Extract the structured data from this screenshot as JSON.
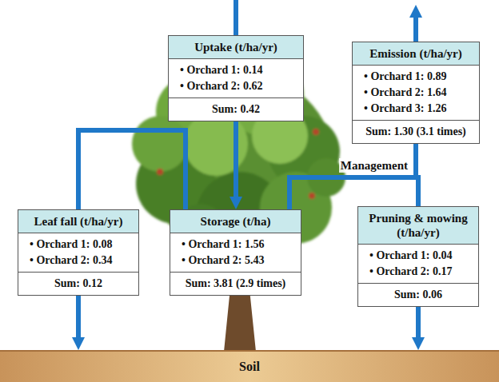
{
  "diagram": {
    "nodes": [
      {
        "text": [
          "Uptake (t/ha/yr)",
          "• Orchard 1: 0.14",
          "• Orchard 2: 0.62",
          "Sum: 0.42"
        ]
      },
      {
        "text": [
          "Emission (t/ha/yr)",
          "• Orchard 1: 0.89",
          "• Orchard 2: 1.64",
          "• Orchard 3: 1.26",
          "Sum: 1.30 (3.1 times)"
        ]
      },
      {
        "text": [
          "Leaf fall (t/ha/yr)",
          "• Orchard 1: 0.08",
          "• Orchard 2: 0.34",
          "Sum: 0.12"
        ]
      },
      {
        "text": [
          "Storage (t/ha)",
          "• Orchard 1: 1.56",
          "• Orchard 2: 5.43",
          "Sum: 3.81 (2.9 times)"
        ]
      },
      {
        "text": [
          "Pruning & mowing (t/ha/yr)",
          "• Orchard 1: 0.04",
          "• Orchard 2: 0.17",
          "Sum: 0.06"
        ]
      },
      {
        "text": [
          "Soil"
        ]
      }
    ],
    "edges": [
      {
        "from": 0,
        "to": 3,
        "arrow": "to"
      },
      {
        "from": 3,
        "to": 2,
        "arrow": "none"
      },
      {
        "from": 3,
        "to": 1,
        "label": "Management",
        "arrow": "none"
      },
      {
        "from": 3,
        "to": 4,
        "arrow": "none"
      },
      {
        "from": 2,
        "to": 5,
        "arrow": "to"
      },
      {
        "from": 4,
        "to": 5,
        "arrow": "to"
      }
    ]
  }
}
